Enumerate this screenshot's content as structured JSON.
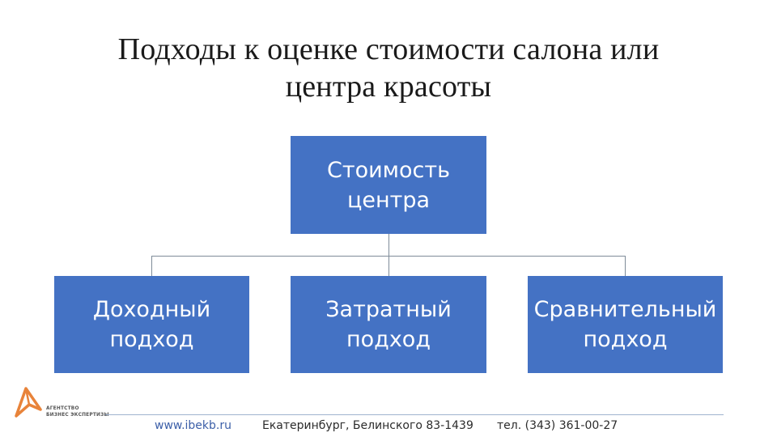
{
  "slide": {
    "title_line1": "Подходы к оценке стоимости салона или",
    "title_line2": "центра красоты"
  },
  "diagram": {
    "root": {
      "line1": "Стоимость",
      "line2": "центра"
    },
    "children": [
      {
        "line1": "Доходный",
        "line2": "подход"
      },
      {
        "line1": "Затратный",
        "line2": "подход"
      },
      {
        "line1": "Сравнительный",
        "line2": "подход"
      }
    ],
    "box_color": "#4472c4",
    "connector_color": "#7f8c99"
  },
  "logo": {
    "line1": "АГЕНТСТВО",
    "line2": "БИЗНЕС ЭКСПЕРТИЗЫ",
    "accent_color": "#e8833a"
  },
  "footer": {
    "site": "www.ibekb.ru",
    "address": "Екатеринбург, Белинского 83-1439",
    "phone": "тел. (343) 361-00-27"
  }
}
